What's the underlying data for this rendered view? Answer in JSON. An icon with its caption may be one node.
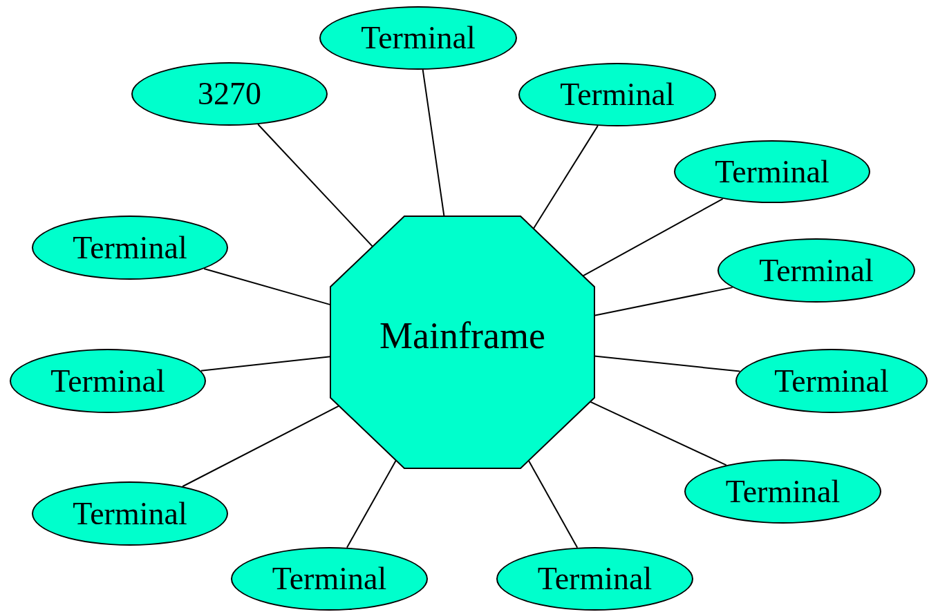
{
  "diagram": {
    "nodes": [
      {
        "text": [
          "Terminal"
        ]
      },
      {
        "text": [
          "3270"
        ]
      },
      {
        "text": [
          "Terminal"
        ]
      },
      {
        "text": [
          "Terminal"
        ]
      },
      {
        "text": [
          "Terminal"
        ]
      },
      {
        "text": [
          "Mainframe"
        ]
      },
      {
        "text": [
          "Terminal"
        ]
      },
      {
        "text": [
          "Terminal"
        ]
      },
      {
        "text": [
          "Terminal"
        ]
      },
      {
        "text": [
          "Terminal"
        ]
      },
      {
        "text": [
          "Terminal"
        ]
      },
      {
        "text": [
          "Terminal"
        ]
      },
      {
        "text": [
          "Terminal"
        ]
      }
    ],
    "edges": [
      {
        "from": 5,
        "to": 0,
        "arrow": "none"
      },
      {
        "from": 5,
        "to": 1,
        "arrow": "none"
      },
      {
        "from": 5,
        "to": 2,
        "arrow": "none"
      },
      {
        "from": 5,
        "to": 3,
        "arrow": "none"
      },
      {
        "from": 5,
        "to": 4,
        "arrow": "none"
      },
      {
        "from": 5,
        "to": 6,
        "arrow": "none"
      },
      {
        "from": 5,
        "to": 7,
        "arrow": "none"
      },
      {
        "from": 5,
        "to": 8,
        "arrow": "none"
      },
      {
        "from": 5,
        "to": 9,
        "arrow": "none"
      },
      {
        "from": 5,
        "to": 10,
        "arrow": "none"
      },
      {
        "from": 5,
        "to": 11,
        "arrow": "none"
      },
      {
        "from": 5,
        "to": 12,
        "arrow": "none"
      }
    ]
  }
}
